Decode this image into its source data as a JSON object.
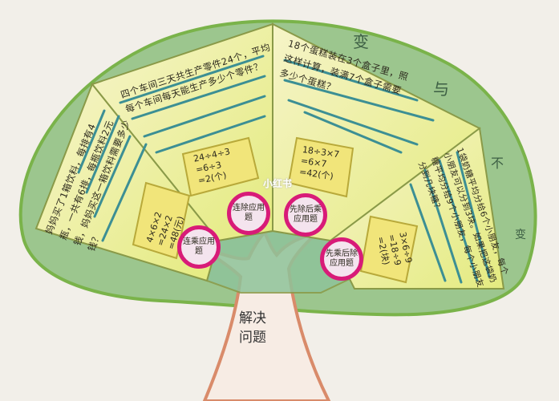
{
  "title_chars": [
    "变",
    "与",
    "不",
    "变"
  ],
  "trunk_label": "解决问题",
  "watermark": "小红书",
  "panels": {
    "top_left": {
      "problem": "四个车间三天共生产零件24个，平均每个车间每天能生产多少个零件？",
      "formula": [
        "24÷4÷3",
        "=6÷3",
        "=2(个)"
      ],
      "type": "连除应用题"
    },
    "top_right": {
      "problem": "18个蛋糕装在3个盒子里，照这样计算，装满7个盒子需要多少个蛋糕？",
      "formula": [
        "18÷3×7",
        "=6×7",
        "=42(个)"
      ],
      "type": "先除后乘应用题"
    },
    "left": {
      "problem": "妈妈买了1箱饮料，每排有4瓶，一共有6排，每瓶饮料2元钱，妈妈买这一箱饮料需要多少钱？",
      "formula": [
        "4×6×2",
        "=24×2",
        "=48(元)"
      ],
      "type": "连乘应用题"
    },
    "right": {
      "problem": "1袋奶糖平均分给6个小朋友，每个小朋友可以分到3块。如果把这袋奶糖平均分给9个小朋友，每个小朋友分到几块糖？",
      "formula": [
        "3×6÷9",
        "=18÷9",
        "=2(块)"
      ],
      "type": "先乘后除应用题"
    }
  },
  "colors": {
    "canopy": "#8fbf80",
    "panel": "#eef0a0",
    "circle_border": "#d81b78",
    "trunk": "#d98b6a",
    "lines": "#3c8f94"
  }
}
